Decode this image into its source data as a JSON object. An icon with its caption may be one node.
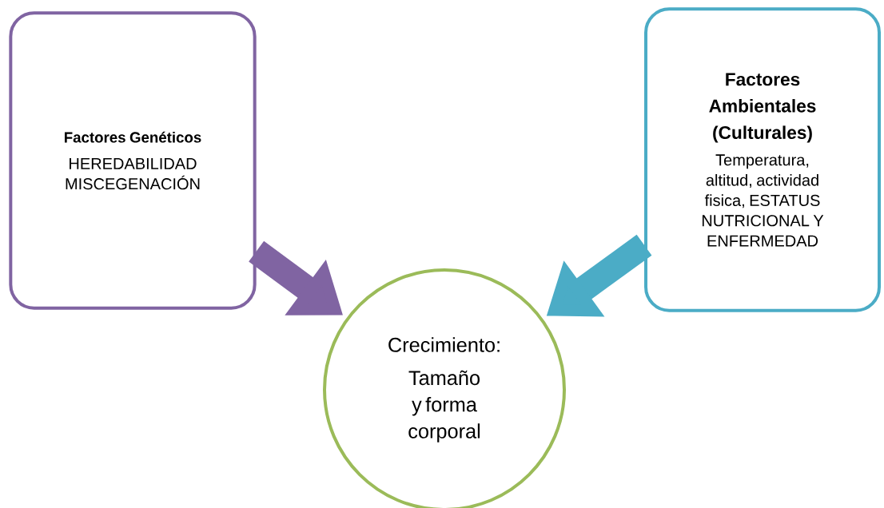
{
  "diagram": {
    "nodes": [
      {
        "text": [
          "Factores Genéticos",
          "HEREDABILIDAD MISCEGENACIÓN"
        ]
      },
      {
        "text": [
          "Factores Ambientales (Culturales)",
          "Temperatura, altitud, actividad fisica, ESTATUS NUTRICIONAL Y ENFERMEDAD"
        ]
      },
      {
        "text": [
          "Crecimiento:",
          "Tamaño y forma corporal"
        ]
      }
    ],
    "edges": [
      {
        "from": 0,
        "to": 2,
        "arrow": "to",
        "color": "#8064a2"
      },
      {
        "from": 1,
        "to": 2,
        "arrow": "to",
        "color": "#4bacc6"
      }
    ]
  }
}
